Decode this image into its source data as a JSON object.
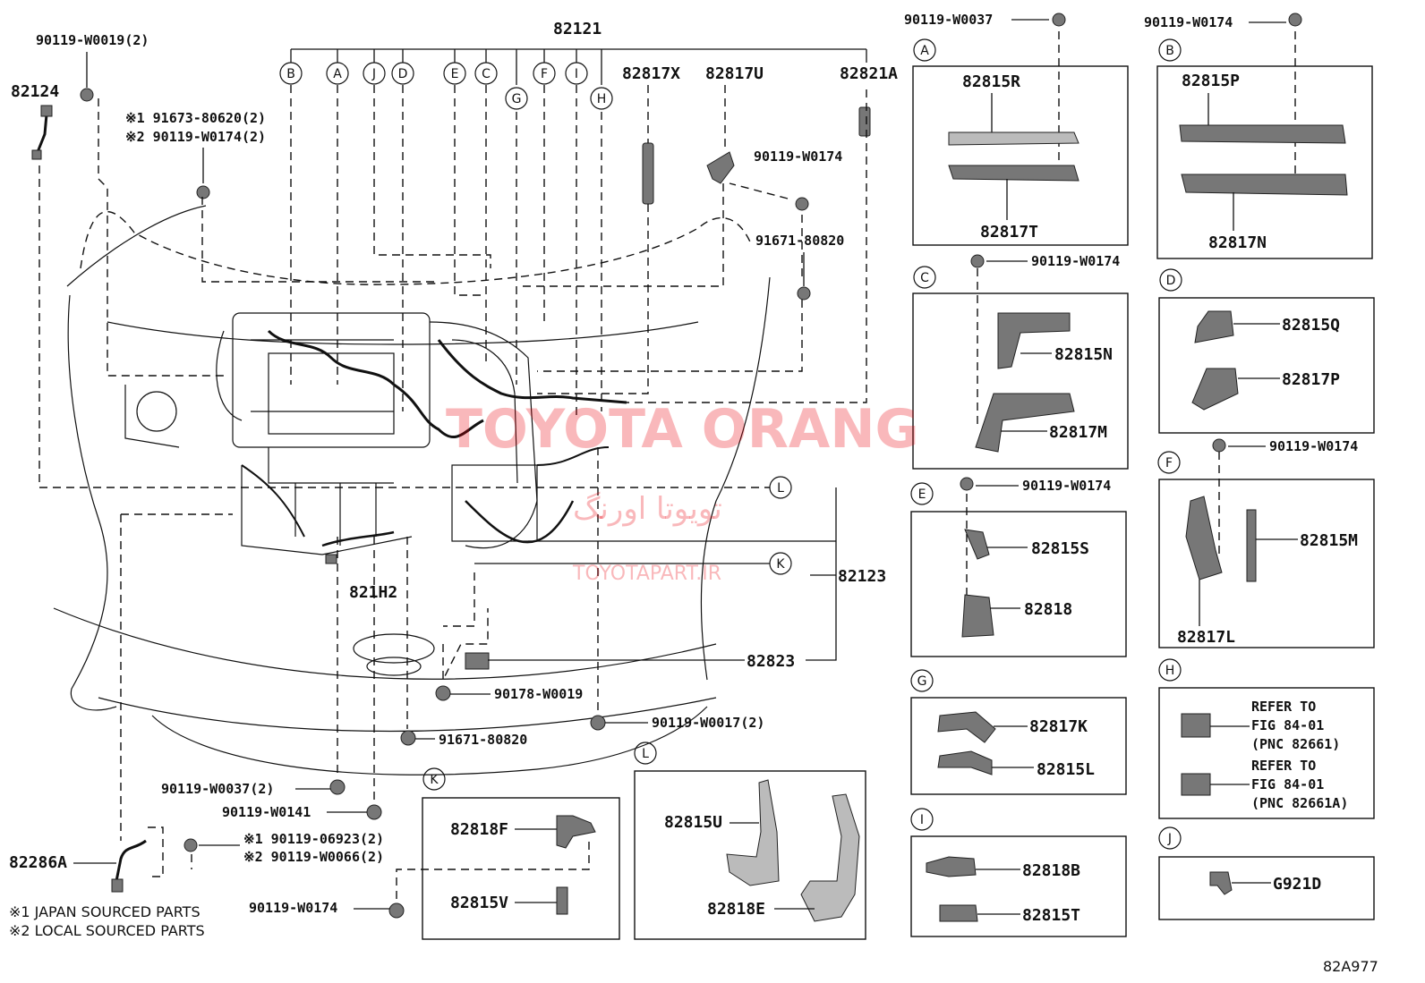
{
  "main": {
    "part_82121": "82121",
    "part_82124": "82124",
    "part_82817X": "82817X",
    "part_82817U": "82817U",
    "part_82821A": "82821A",
    "part_821H2": "821H2",
    "part_82123": "82123",
    "part_82823": "82823",
    "part_82286A": "82286A",
    "bolt_top_left": "90119-W0019(2)",
    "bolt_j1": "※1 91673-80620(2)",
    "bolt_j2": "※2 90119-W0174(2)",
    "bolt_right_1": "90119-W0174",
    "bolt_right_2": "91671-80820",
    "clip_90178": "90178-W0019",
    "bolt_91671_low": "91671-80820",
    "bolt_w0017": "90119-W0017(2)",
    "bolt_w0037": "90119-W0037(2)",
    "bolt_w0141": "90119-W0141",
    "bolt_j3": "※1 90119-06923(2)",
    "bolt_j4": "※2 90119-W0066(2)",
    "bolt_w0174_low": "90119-W0174",
    "footnote1": "※1 JAPAN SOURCED PARTS",
    "footnote2": "※2 LOCAL SOURCED PARTS",
    "figure_code": "82A977",
    "callouts": [
      "B",
      "A",
      "J",
      "D",
      "E",
      "C",
      "G",
      "F",
      "I",
      "H",
      "L",
      "K"
    ]
  },
  "detail_A": {
    "label": "A",
    "bolt": "90119-W0037",
    "top": "82815R",
    "bottom": "82817T"
  },
  "detail_B": {
    "label": "B",
    "bolt": "90119-W0174",
    "top": "82815P",
    "bottom": "82817N"
  },
  "detail_C": {
    "label": "C",
    "bolt": "90119-W0174",
    "top": "82815N",
    "bottom": "82817M"
  },
  "detail_D": {
    "label": "D",
    "top": "82815Q",
    "bottom": "82817P"
  },
  "detail_E": {
    "label": "E",
    "bolt": "90119-W0174",
    "top": "82815S",
    "bottom": "82818"
  },
  "detail_F": {
    "label": "F",
    "bolt": "90119-W0174",
    "right": "82815M",
    "bottom": "82817L"
  },
  "detail_G": {
    "label": "G",
    "top": "82817K",
    "bottom": "82815L"
  },
  "detail_H": {
    "label": "H",
    "ref1": [
      "REFER TO",
      "FIG 84-01",
      "(PNC 82661)"
    ],
    "ref2": [
      "REFER TO",
      "FIG 84-01",
      "(PNC 82661A)"
    ]
  },
  "detail_I": {
    "label": "I",
    "top": "82818B",
    "bottom": "82815T"
  },
  "detail_J": {
    "label": "J",
    "part": "G921D"
  },
  "detail_K": {
    "label": "K",
    "top": "82818F",
    "bottom": "82815V"
  },
  "detail_L": {
    "label": "L",
    "top": "82815U",
    "bottom": "82818E"
  },
  "watermark": {
    "line1": "TOYOTA ORANG",
    "line2": "تویوتا اورنگ",
    "line3": "TOYOTAPART.IR"
  }
}
